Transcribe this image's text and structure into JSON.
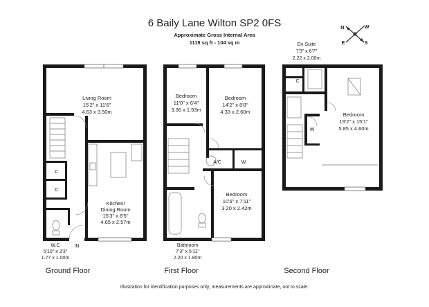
{
  "header": {
    "title": "6 Baily Lane Wilton SP2 0FS",
    "area_label": "Approximate Gross Internal Area",
    "area_value": "1119 sq ft - 104 sq m"
  },
  "compass": {
    "n": "N",
    "e": "E",
    "s": "S",
    "w": "W"
  },
  "ground_floor": {
    "label": "Ground Floor",
    "living": {
      "name": "Living Room",
      "imperial": "15'2\" x 11'6\"",
      "metric": "4.63 x 3.50m"
    },
    "kitchen": {
      "name1": "Kitchen/",
      "name2": "Dining Room",
      "imperial": "15'3\" x 8'5\"",
      "metric": "4.65 x 2.57m"
    },
    "wc": {
      "name": "W.C",
      "imperial": "5'10\" x 3'3\"",
      "metric": "1.77 x 1.00m"
    },
    "cupboard1": "C",
    "cupboard2": "C",
    "entrance": "IN"
  },
  "first_floor": {
    "label": "First Floor",
    "bedroom_a": {
      "name": "Bedroom",
      "imperial": "11'0\" x 6'4\"",
      "metric": "3.36 x 1.93m"
    },
    "bedroom_b": {
      "name": "Bedroom",
      "imperial": "14'2\" x 8'8\"",
      "metric": "4.33 x 2.60m"
    },
    "bedroom_c": {
      "name": "Bedroom",
      "imperial": "10'6\" x 7'11\"",
      "metric": "3.20 x 2.42m"
    },
    "bathroom": {
      "name": "Bathroom",
      "imperial": "7'3\" x 5'11\"",
      "metric": "2.20 x 1.80m"
    },
    "ac": "A/C",
    "wardrobe": "W"
  },
  "second_floor": {
    "label": "Second Floor",
    "ensuite": {
      "name": "En-Suite",
      "imperial": "7'3\" x 6'7\"",
      "metric": "2.22 x 2.00m"
    },
    "bedroom": {
      "name": "Bedroom",
      "imperial": "19'2\" x 15'1\"",
      "metric": "5.85 x 4.60m"
    },
    "cupboard": "C",
    "wardrobe": "W"
  },
  "footer": "Illustration for identification purposes only, measurements are approximate, not to scale."
}
